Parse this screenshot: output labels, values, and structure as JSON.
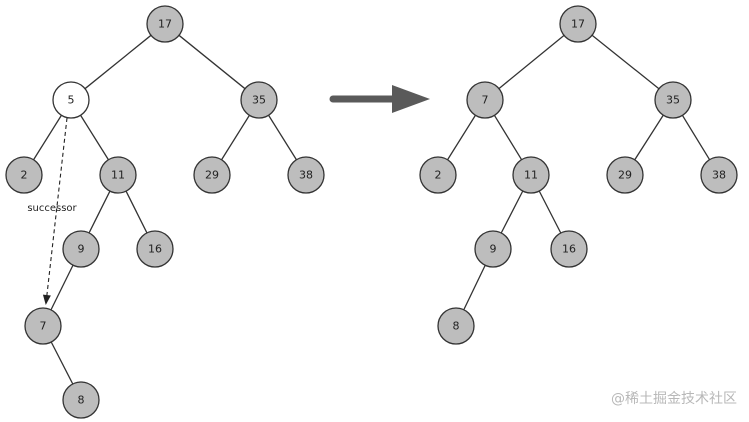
{
  "colors": {
    "node_fill": "#bdbdbd",
    "removed_fill": "#ffffff",
    "stroke": "#333333",
    "arrow": "#5a5a5a"
  },
  "before_tree": {
    "root": "17",
    "nodes": [
      "17",
      "5",
      "35",
      "2",
      "11",
      "29",
      "38",
      "9",
      "16",
      "7",
      "8"
    ],
    "removed_node": "5",
    "edges": [
      [
        "17",
        "5"
      ],
      [
        "17",
        "35"
      ],
      [
        "5",
        "2"
      ],
      [
        "5",
        "11"
      ],
      [
        "35",
        "29"
      ],
      [
        "35",
        "38"
      ],
      [
        "11",
        "9"
      ],
      [
        "11",
        "16"
      ],
      [
        "9",
        "7"
      ],
      [
        "7",
        "8"
      ]
    ],
    "successor_label": "successor",
    "successor_from": "5",
    "successor_to": "7"
  },
  "after_tree": {
    "root": "17",
    "nodes": [
      "17",
      "7",
      "35",
      "2",
      "11",
      "29",
      "38",
      "9",
      "16",
      "8"
    ],
    "edges": [
      [
        "17",
        "7"
      ],
      [
        "17",
        "35"
      ],
      [
        "7",
        "2"
      ],
      [
        "7",
        "11"
      ],
      [
        "35",
        "29"
      ],
      [
        "35",
        "38"
      ],
      [
        "11",
        "9"
      ],
      [
        "11",
        "16"
      ],
      [
        "9",
        "8"
      ]
    ]
  },
  "transition_arrow": "right-arrow-icon",
  "watermark": "@稀土掘金技术社区"
}
